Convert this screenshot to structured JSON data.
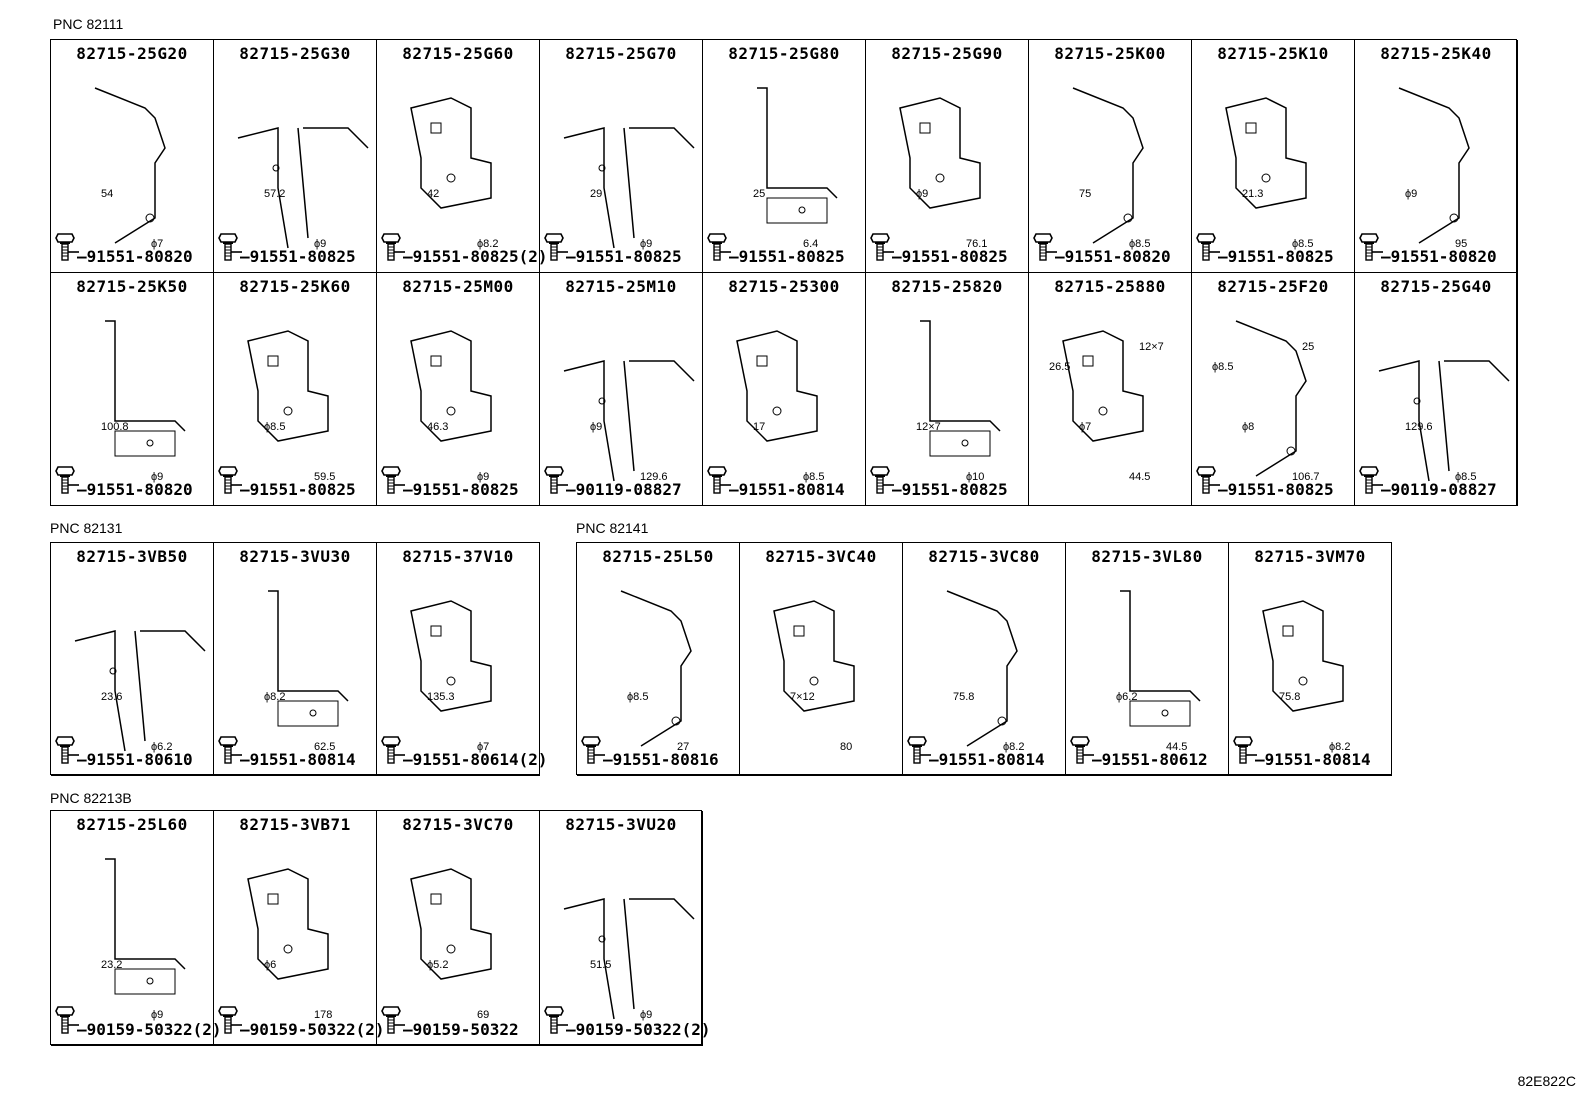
{
  "groups": [
    {
      "pnc": "PNC 82111",
      "parts": [
        {
          "pn": "82715-25G20",
          "fastener": "91551-80820"
        },
        {
          "pn": "82715-25G30",
          "fastener": "91551-80825"
        },
        {
          "pn": "82715-25G60",
          "fastener": "91551-80825(2)"
        },
        {
          "pn": "82715-25G70",
          "fastener": "91551-80825"
        },
        {
          "pn": "82715-25G80",
          "fastener": "91551-80825"
        },
        {
          "pn": "82715-25G90",
          "fastener": "91551-80825"
        },
        {
          "pn": "82715-25K00",
          "fastener": "91551-80820"
        },
        {
          "pn": "82715-25K10",
          "fastener": "91551-80825"
        },
        {
          "pn": "82715-25K40",
          "fastener": "91551-80820"
        },
        {
          "pn": "82715-25K50",
          "fastener": "91551-80820"
        },
        {
          "pn": "82715-25K60",
          "fastener": "91551-80825"
        },
        {
          "pn": "82715-25M00",
          "fastener": "91551-80825"
        },
        {
          "pn": "82715-25M10",
          "fastener": "90119-08827"
        },
        {
          "pn": "82715-25300",
          "fastener": "91551-80814"
        },
        {
          "pn": "82715-25820",
          "fastener": "91551-80825"
        },
        {
          "pn": "82715-25880",
          "fastener": ""
        },
        {
          "pn": "82715-25F20",
          "fastener": "91551-80825"
        },
        {
          "pn": "82715-25G40",
          "fastener": "90119-08827"
        }
      ]
    },
    {
      "pnc": "PNC 82131",
      "parts": [
        {
          "pn": "82715-3VB50",
          "fastener": "91551-80610"
        },
        {
          "pn": "82715-3VU30",
          "fastener": "91551-80814"
        },
        {
          "pn": "82715-37V10",
          "fastener": "91551-80614(2)"
        }
      ]
    },
    {
      "pnc": "PNC 82141",
      "parts": [
        {
          "pn": "82715-25L50",
          "fastener": "91551-80816"
        },
        {
          "pn": "82715-3VC40",
          "fastener": ""
        },
        {
          "pn": "82715-3VC80",
          "fastener": "91551-80814"
        },
        {
          "pn": "82715-3VL80",
          "fastener": "91551-80612"
        },
        {
          "pn": "82715-3VM70",
          "fastener": "91551-80814"
        }
      ]
    },
    {
      "pnc": "PNC 82213B",
      "parts": [
        {
          "pn": "82715-25L60",
          "fastener": "90159-50322(2)"
        },
        {
          "pn": "82715-3VB71",
          "fastener": "90159-50322(2)"
        },
        {
          "pn": "82715-3VC70",
          "fastener": "90159-50322"
        },
        {
          "pn": "82715-3VU20",
          "fastener": "90159-50322(2)"
        }
      ]
    }
  ],
  "dims": {
    "g20": [
      "54",
      "ϕ7"
    ],
    "g30": [
      "57.2",
      "ϕ9"
    ],
    "g60": [
      "42",
      "ϕ8.2"
    ],
    "g70": [
      "29",
      "ϕ9"
    ],
    "g80": [
      "25",
      "6.4"
    ],
    "g90": [
      "ϕ9",
      "76.1"
    ],
    "k00": [
      "75",
      "ϕ8.5"
    ],
    "k10": [
      "21.3",
      "ϕ8.5"
    ],
    "k40": [
      "ϕ9",
      "95"
    ],
    "k50": [
      "100.8",
      "ϕ9"
    ],
    "k60": [
      "ϕ8.5",
      "59.5"
    ],
    "m00": [
      "46.3",
      "ϕ9"
    ],
    "m10": [
      "ϕ9",
      "129.6"
    ],
    "s300": [
      "17",
      "ϕ8.5"
    ],
    "s820": [
      "12×7",
      "ϕ10"
    ],
    "s880": [
      "ϕ7",
      "44.5",
      "26.5",
      "12×7"
    ],
    "f20": [
      "ϕ8",
      "106.7",
      "ϕ8.5",
      "25"
    ],
    "g40": [
      "129.6",
      "ϕ8.5"
    ],
    "vb50": [
      "23.6",
      "ϕ6.2"
    ],
    "vu30": [
      "ϕ8.2",
      "62.5"
    ],
    "v10": [
      "135.3",
      "ϕ7"
    ],
    "l50": [
      "ϕ8.5",
      "27"
    ],
    "vc40": [
      "7×12",
      "80"
    ],
    "vc80": [
      "75.8",
      "ϕ8.2"
    ],
    "vl80": [
      "ϕ6.2",
      "44.5"
    ],
    "vm70": [
      "75.8",
      "ϕ8.2"
    ],
    "l60": [
      "23.2",
      "ϕ9"
    ],
    "vb71": [
      "ϕ6",
      "178"
    ],
    "vc70": [
      "ϕ5.2",
      "69"
    ],
    "vu20": [
      "51.5",
      "ϕ9"
    ]
  },
  "diagram_code": "82E822C"
}
